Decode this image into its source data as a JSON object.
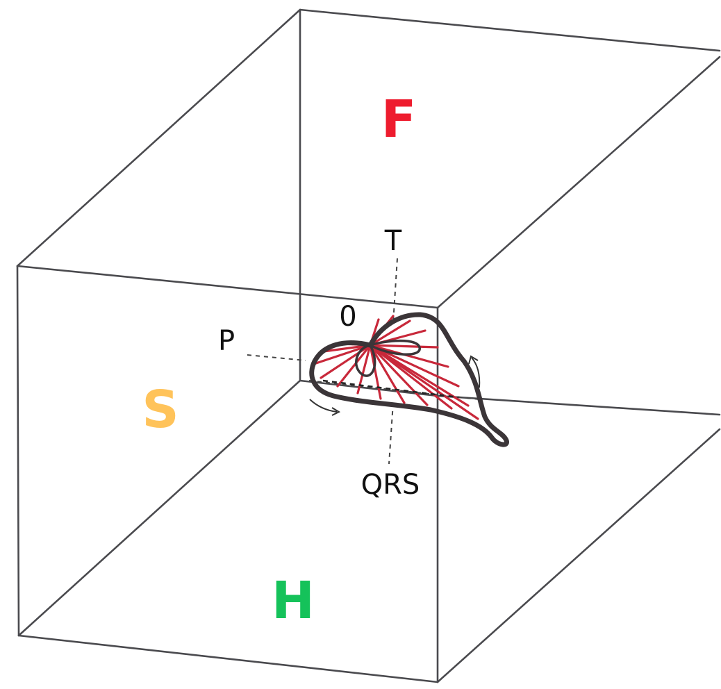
{
  "planes": {
    "frontal": {
      "label": "F",
      "color": "#ee1c2e"
    },
    "sagittal": {
      "label": "S",
      "color": "#ffc35a"
    },
    "horizontal": {
      "label": "H",
      "color": "#15c25a"
    }
  },
  "axes": {
    "p_label": "P",
    "t_label": "T",
    "qrs_label": "QRS",
    "origin_label": "0"
  },
  "colors": {
    "edge": "#4a4a4e",
    "loop_outline": "#3b3538",
    "loop_fill_rays": "#c8283a"
  },
  "icons": {
    "direction_arrows": "arrow-icon"
  }
}
